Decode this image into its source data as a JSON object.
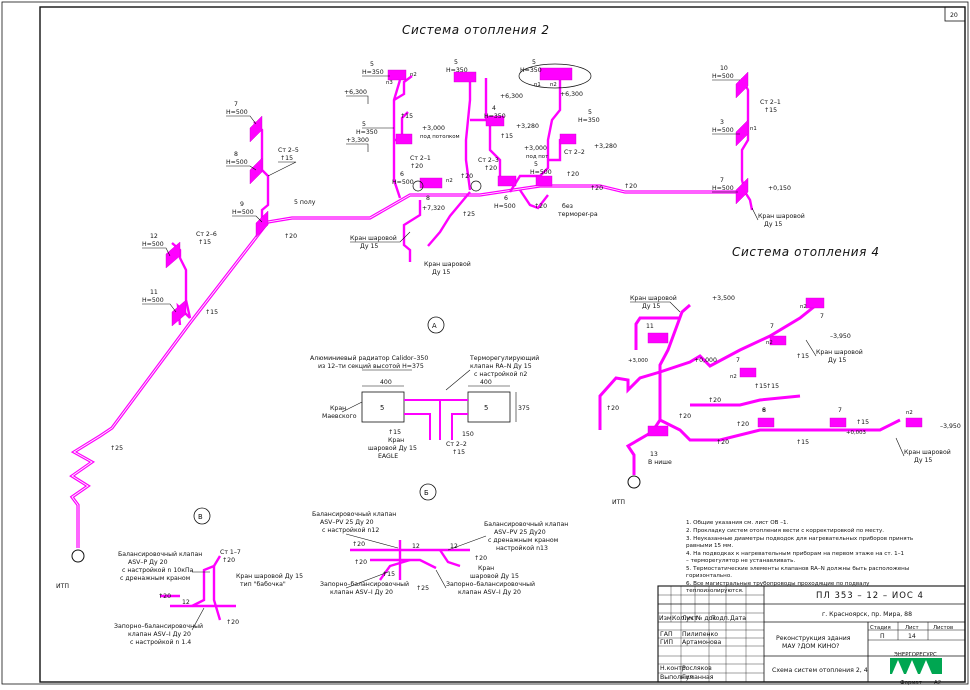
{
  "sheet_number": "20",
  "titles": {
    "system2": "Система отопления 2",
    "system4": "Система отопления 4"
  },
  "colors": {
    "pipe": "#ff00ff",
    "ink": "#111111",
    "logo": "#00a651"
  },
  "sys2_labels": [
    "7",
    "H=500",
    "8",
    "H=500",
    "9",
    "H=500",
    "Ст 2–5",
    "↑15",
    "5 полу",
    "↑20",
    "12",
    "H=500",
    "Ст 2–6",
    "↑15",
    "11",
    "H=500",
    "↑15",
    "↑25",
    "ИТП",
    "5",
    "H=350",
    "n2",
    "+6,300",
    "n3",
    "↑15",
    "5",
    "H=350",
    "+3,300",
    "+3,000",
    "под потолком",
    "Ст 2–1",
    "↑20",
    "6",
    "H=500",
    "n2",
    "8",
    "+7,320",
    "Кран шаровой",
    "Ду 15",
    "Кран шаровой",
    "Ду 15",
    "↑20",
    "↑25",
    "5",
    "H=350",
    "+6,300",
    "4",
    "H=350",
    "+3,280",
    "↑15",
    "5",
    "H=350",
    "+3,000",
    "под пот",
    "Ст 2–3",
    "↑20",
    "6",
    "H=500",
    "5",
    "H=500",
    "↑20",
    "5",
    "H=350",
    "n2",
    "n1",
    "+6,300",
    "Ст 2–2",
    "↑20",
    "+3,280",
    "без",
    "термореr-ра",
    "10",
    "H=500",
    "Ст 2–1",
    "↑15",
    "3",
    "H=500",
    "n1",
    "7",
    "H=500",
    "+0,150",
    "Кран шаровой",
    "Ду 15",
    "↑20",
    "↑20"
  ],
  "sys4_labels": [
    "Кран шаровой",
    "Ду 15",
    "+3,500",
    "11",
    "+3,000",
    "+0,000",
    "↑20",
    "↑20",
    "13",
    "В нише",
    "ИТП",
    "↑20",
    "↑15",
    "6",
    "7",
    "n2",
    "↑15",
    "7",
    "n2",
    "↑15",
    "n2",
    "7",
    "–3,950",
    "Кран шаровой",
    "Ду 15",
    "↑20",
    "8",
    "7",
    "↑15",
    "↑20",
    "↑15",
    "+0,003",
    "–3,950",
    "n2",
    "Кран шаровой",
    "Ду 15"
  ],
  "detail_a": {
    "marker": "А",
    "radiator": "Алюминиевый радиатор Calidor–350",
    "radiator2": "из 12–ти секций высотой H=375",
    "thermo": "Терморегулирующий",
    "thermo2": "клапан RA–N Ду 15",
    "thermo3": "с настройкой n2",
    "mayevsky": "Кран",
    "mayevsky2": "Маевского",
    "dim1": "400",
    "dim2": "400",
    "dim3": "375",
    "dim4": "150",
    "sec_left": "5",
    "sec_right": "5",
    "ball": "Кран",
    "ball2": "шаровой Ду 15",
    "ball3": "EAGLE",
    "riser": "Ст 2–2",
    "d15": "↑15",
    "d15b": "↑15"
  },
  "detail_b": {
    "marker": "Б",
    "v1": "Балансировочный клапан",
    "v1b": "ASV–PV 25 Ду 20",
    "v1c": "с настройкой n12",
    "v2": "Балансировочный клапан",
    "v2b": "ASV–PV 25 Ду20",
    "v2c": "с дренажным краном",
    "v2d": "настройкой n13",
    "v3": "Запорно–балансировочный",
    "v3b": "клапан ASV–I Ду 20",
    "v4": "Запорно–балансировочный",
    "v4b": "клапан ASV–I Ду 20",
    "ball": "Кран",
    "ball2": "шаровой Ду 15",
    "d20a": "↑20",
    "d20b": "↑20",
    "d20c": "↑20",
    "d15": "↑15",
    "d25": "↑25",
    "n12": "12",
    "n12b": "12"
  },
  "detail_v": {
    "marker": "В",
    "v1": "Балансировочный клапан",
    "v1b": "ASV–P Ду 20",
    "v1c": "с настройкой n 10кПа",
    "v1d": "с дренажным краном",
    "riser": "Ст 1–7",
    "d20a": "↑20",
    "ball": "Кран шаровой Ду 15",
    "ball2": "тип \"бабочка\"",
    "v2": "Запорно–балансировочный",
    "v2b": "клапан ASV–I Ду 20",
    "v2c": "с настройкой n 1.4",
    "d20b": "↑20",
    "d20c": "↑20",
    "n12": "12"
  },
  "notes": [
    "1.  Общие указания см. лист ОВ –1.",
    "2.  Прокладку систем отопления вести с корректировкой по месту.",
    "3.  Неуказанные диаметры подводок для нагревательных приборов принять",
    "     равными 15 мм.",
    "4.  На подводках к нагревательным приборам на первом этаже на ст. 1–1",
    "     – терморегулятор не устанавливать.",
    "5.  Термостатические элементы клапанов RA–N должны быть расположены",
    "     горизонтально.",
    "6.  Все магистральные трубопроводы проходящие по подвалу",
    "     теплоизолируются."
  ],
  "stamp": {
    "code": "ПЛ   353 – 12 – ИОС 4",
    "address": "г. Красноярск, пр. Мира, 88",
    "project": "Реконструкция здания",
    "project2": "МАУ ?ДОМ КИНО?",
    "drawing": "Схема систем отопления 2, 4",
    "cols": [
      "Изм.",
      "Кол.уч",
      "Лист",
      "№ док",
      "Подп.",
      "Дата"
    ],
    "people": [
      {
        "role": "ГАП",
        "name": "Пилипенко"
      },
      {
        "role": "ГИП",
        "name": "Артамонова"
      },
      {
        "role": "Н.контр.",
        "name": "Росляков"
      },
      {
        "role": "Выполнил",
        "name": "Гуманная"
      }
    ],
    "stage_h": "Стадия",
    "sheet_h": "Лист",
    "sheets_h": "Листов",
    "stage": "П",
    "sheet": "14",
    "sheets": "",
    "logo_text": "ЭНЕРГОРЕСУРС",
    "format": "Формат",
    "format_v": "А2"
  }
}
